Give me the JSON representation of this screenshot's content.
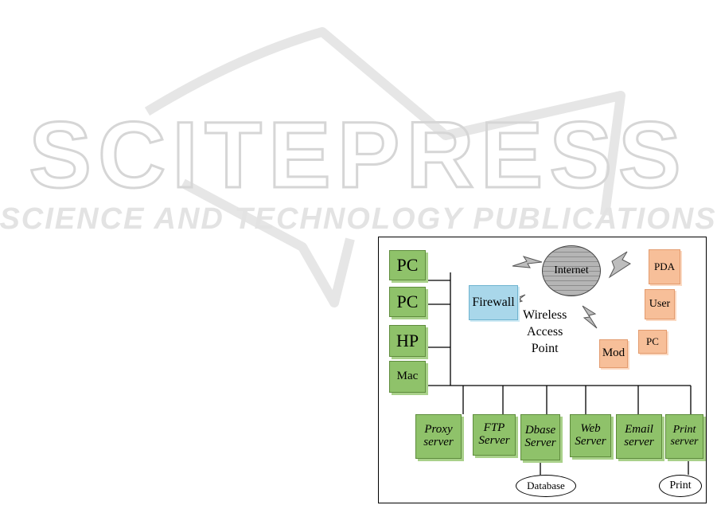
{
  "watermark": {
    "brand": "SCITEPRESS",
    "tagline": "SCIENCE AND TECHNOLOGY PUBLICATIONS"
  },
  "diagram": {
    "workstations": [
      "PC",
      "PC",
      "HP",
      "Mac"
    ],
    "firewall": "Firewall",
    "internet": "Internet",
    "wireless_label": [
      "Wireless",
      "Access",
      "Point"
    ],
    "mobile": {
      "pda": "PDA",
      "user": "User",
      "pc": "PC",
      "modem": "Mod"
    },
    "servers": [
      {
        "line1": "Proxy",
        "line2": "server"
      },
      {
        "line1": "FTP",
        "line2": "Server"
      },
      {
        "line1": "Dbase",
        "line2": "Server"
      },
      {
        "line1": "Web",
        "line2": "Server"
      },
      {
        "line1": "Email",
        "line2": "server"
      },
      {
        "line1": "Print",
        "line2": "server"
      }
    ],
    "database": "Database",
    "print": "Print"
  }
}
